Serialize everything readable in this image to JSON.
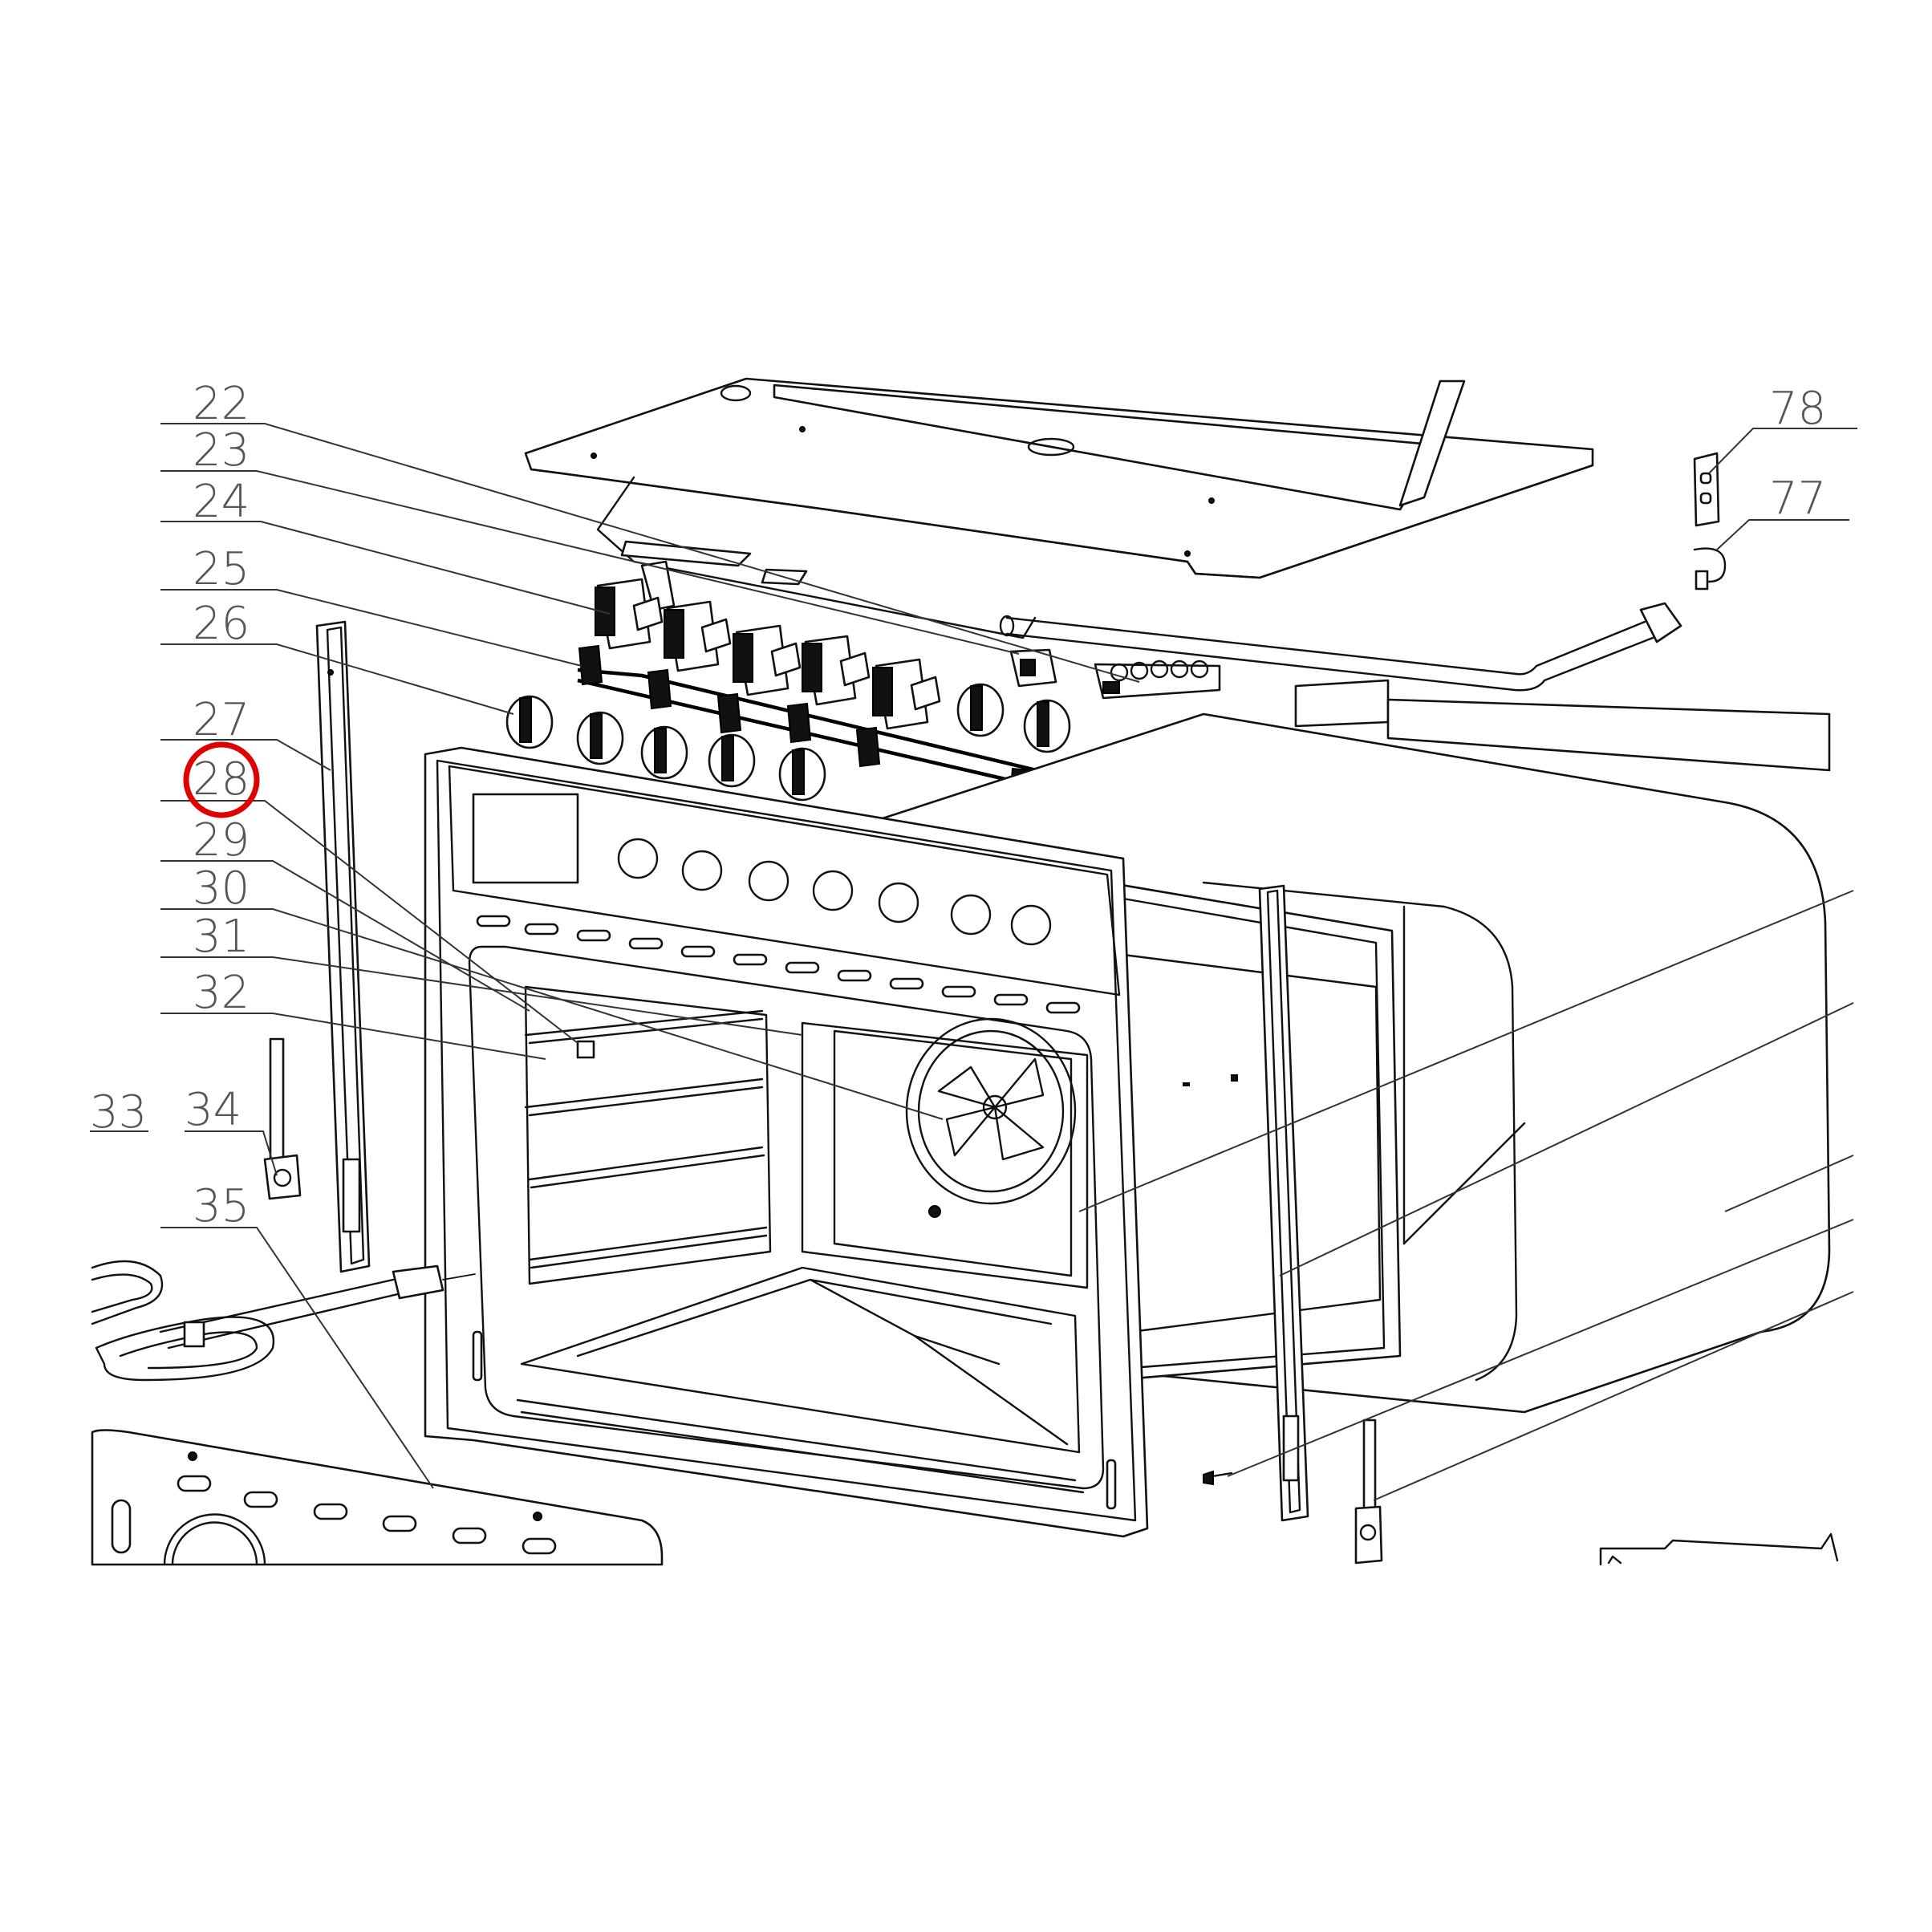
{
  "callouts_left": [
    "22",
    "23",
    "24",
    "25",
    "26",
    "27",
    "28",
    "29",
    "30",
    "31",
    "32",
    "33",
    "34",
    "35"
  ],
  "callouts_right": [
    "78",
    "77"
  ],
  "highlighted_callout": "28",
  "highlight_color": "#e00000",
  "line_color": "#111111"
}
